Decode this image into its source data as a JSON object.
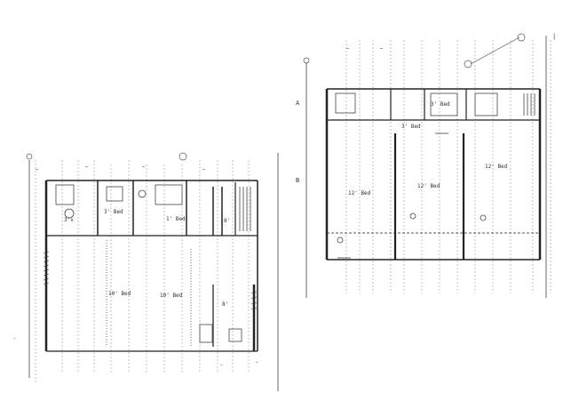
{
  "drawing": {
    "title": "",
    "left_plan": {
      "header_texts": [
        "…",
        "…",
        "…",
        "…"
      ],
      "room_labels": [
        {
          "text": "3'x"
        },
        {
          "text": "3' Bed"
        },
        {
          "text": "1' Bed"
        },
        {
          "text": "8'"
        },
        {
          "text": "10' Bed"
        },
        {
          "text": "10' Bed"
        },
        {
          "text": "8'"
        }
      ],
      "bottom_notes": [
        "…",
        "…",
        "…"
      ]
    },
    "right_plan": {
      "header_texts": [
        "…",
        "…"
      ],
      "room_labels": [
        {
          "text": "3' Bed"
        },
        {
          "text": "3' Bed"
        },
        {
          "text": "12' Bed"
        },
        {
          "text": "12' Bed"
        },
        {
          "text": "12' Bed"
        }
      ],
      "side_marks": [
        "A",
        "B"
      ],
      "page_mark": "|"
    }
  }
}
